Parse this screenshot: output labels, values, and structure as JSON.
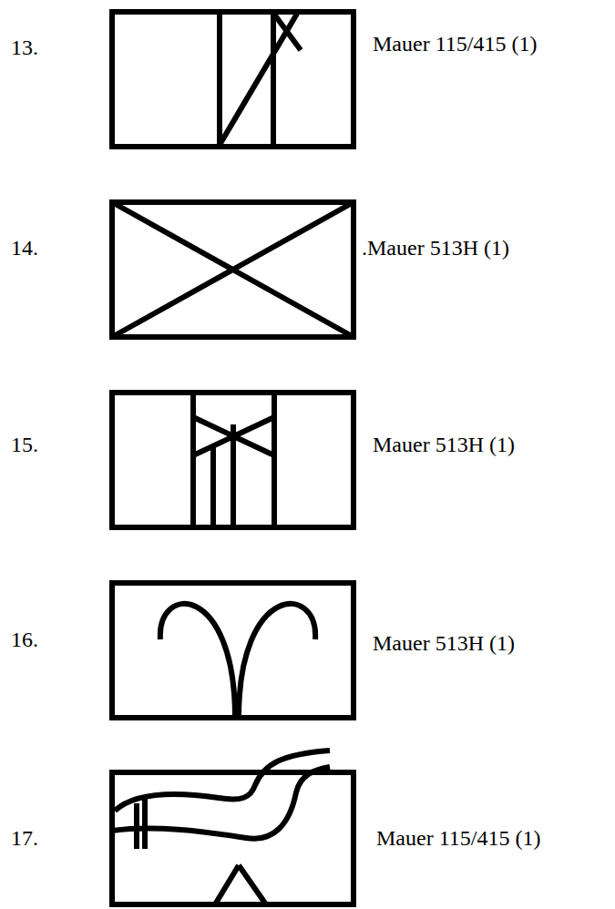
{
  "diagram": {
    "labels": [
      "13.",
      "Mauer 115/415 (1)",
      "14.",
      ".Mauer 513H (1)",
      "15.",
      "Mauer 513H (1)",
      "16.",
      "Mauer 513H (1)",
      "17.",
      "Mauer 115/415 (1)"
    ]
  }
}
